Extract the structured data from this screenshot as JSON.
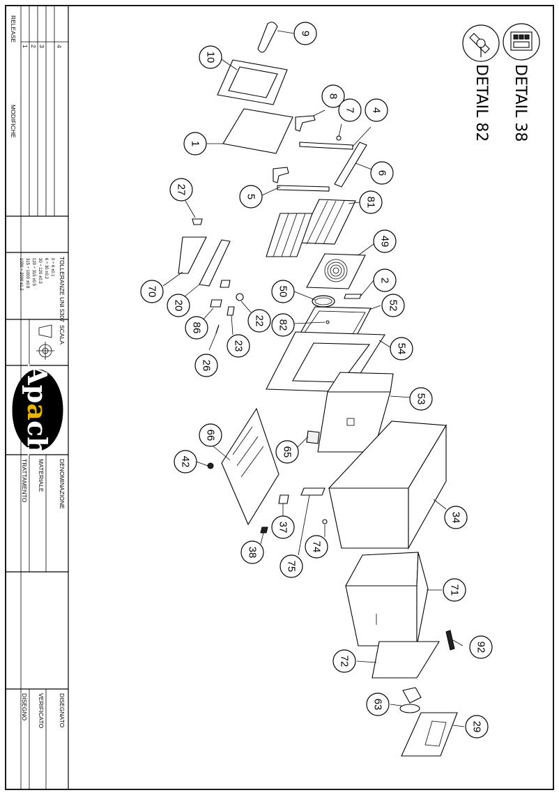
{
  "colors": {
    "logo_background": "#000000",
    "logo_text": "#ffffff",
    "logo_accent": "#e8b400",
    "ink": "#000000"
  },
  "title_block": {
    "release_label": "RELEASE",
    "modification_label": "MODIFICHE",
    "revisions": [
      "1",
      "2",
      "3",
      "4"
    ],
    "tolerances_title": "TOLLERANZE UNI 5307",
    "tolerance_rows": [
      "0 ÷ 6  ±0.1",
      "6 ÷ 30  ±0.2",
      "30 ÷ 120  ±0.3",
      "120 ÷ 315  ±0.5",
      "315 ÷ 1000  ±0.8",
      "1000 ÷ 2000  ±1.2"
    ],
    "scale_label": "SCALA",
    "logo_text": "Apach",
    "name_label": "DENOMINAZIONE",
    "material_label": "MATERIALE",
    "treatment_label": "TRATTAMENTO",
    "drawn_label": "DISEGNATO",
    "checked_label": "VERIFICATO",
    "drawing_label": "DISEGNO"
  },
  "details": [
    {
      "name": "detail-38",
      "label": "DETAIL 38",
      "icon": "multi-terminal-connector-icon"
    },
    {
      "name": "detail-82",
      "label": "DETAIL 82",
      "icon": "thermostat-probe-icon"
    }
  ],
  "callouts": [
    "9",
    "10",
    "8",
    "7",
    "4",
    "1",
    "6",
    "5",
    "81",
    "27",
    "49",
    "70",
    "20",
    "2",
    "50",
    "86",
    "22",
    "52",
    "82",
    "23",
    "26",
    "54",
    "53",
    "66",
    "65",
    "42",
    "37",
    "34",
    "38",
    "74",
    "75",
    "71",
    "92",
    "72",
    "63",
    "29"
  ]
}
